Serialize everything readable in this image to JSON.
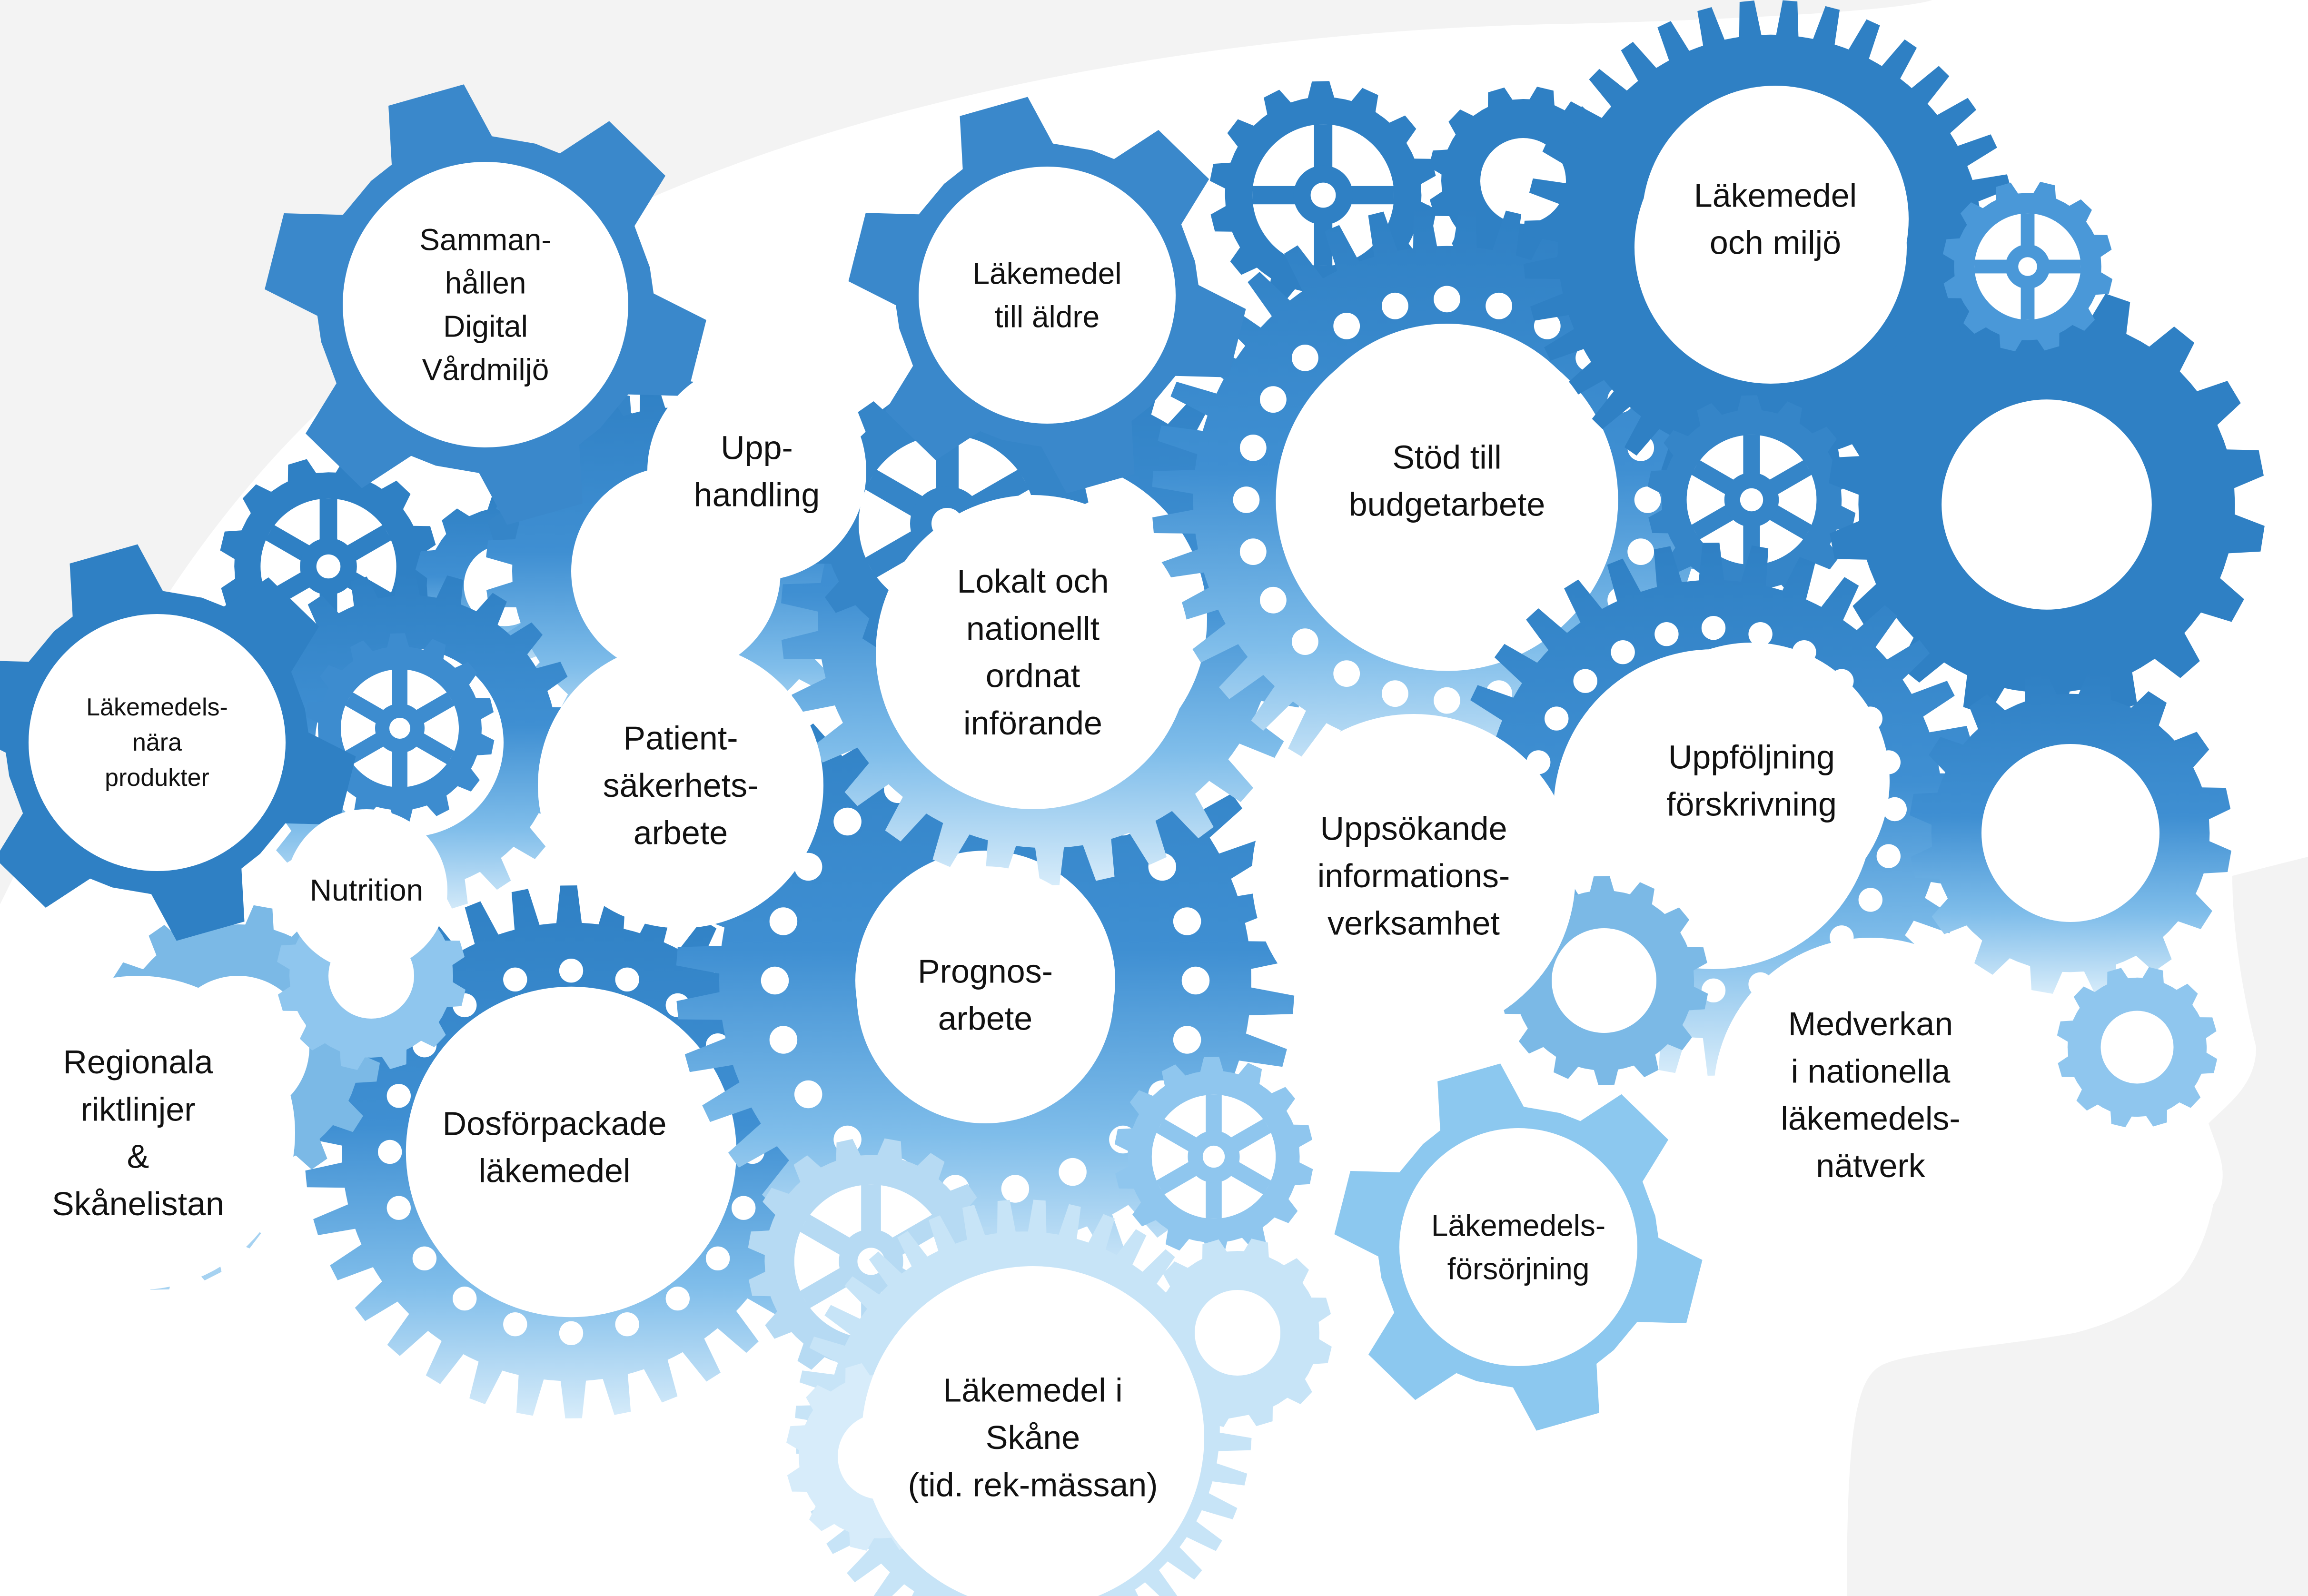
{
  "colors": {
    "background": "#f3f3f3",
    "head_fill": "#ffffff",
    "gear_dark": "#2f80c4",
    "gear_mid": "#4a98d8",
    "gear_light": "#8fc6ee",
    "gear_pale": "#c7e4f7",
    "label_fill": "#ffffff",
    "label_text": "#111111"
  },
  "topics": [
    {
      "id": "sammanhallen",
      "lines": [
        "Samman-",
        "hållen",
        "Digital",
        "Vårdmiljö"
      ]
    },
    {
      "id": "till-aldre",
      "lines": [
        "Läkemedel",
        "till äldre"
      ]
    },
    {
      "id": "upphandling",
      "lines": [
        "Upp-",
        "handling"
      ]
    },
    {
      "id": "lakemedelsnara",
      "lines": [
        "Läkemedels-",
        "nära",
        "produkter"
      ]
    },
    {
      "id": "patientsakerhet",
      "lines": [
        "Patient-",
        "säkerhets-",
        "arbete"
      ]
    },
    {
      "id": "lokalt-nationellt",
      "lines": [
        "Lokalt och",
        "nationellt",
        "ordnat",
        "införande"
      ]
    },
    {
      "id": "nutrition",
      "lines": [
        "Nutrition"
      ]
    },
    {
      "id": "stod-budget",
      "lines": [
        "Stöd till",
        "budgetarbete"
      ]
    },
    {
      "id": "lakemedel-miljo",
      "lines": [
        "Läkemedel",
        "och miljö"
      ]
    },
    {
      "id": "uppfoljning",
      "lines": [
        "Uppföljning",
        "förskrivning"
      ]
    },
    {
      "id": "uppsokande",
      "lines": [
        "Uppsökande",
        "informations-",
        "verksamhet"
      ]
    },
    {
      "id": "prognos",
      "lines": [
        "Prognos-",
        "arbete"
      ]
    },
    {
      "id": "regionala",
      "lines": [
        "Regionala",
        "riktlinjer",
        "&",
        "Skånelistan"
      ]
    },
    {
      "id": "dosforpackade",
      "lines": [
        "Dosförpackade",
        "läkemedel"
      ]
    },
    {
      "id": "medverkan",
      "lines": [
        "Medverkan",
        "i nationella",
        "läkemedels-",
        "nätverk"
      ]
    },
    {
      "id": "forsorjning",
      "lines": [
        "Läkemedels-",
        "försörjning"
      ]
    },
    {
      "id": "lakemedel-skane",
      "lines": [
        "Läkemedel i",
        "Skåne",
        "(tid. rek-mässan)"
      ]
    }
  ]
}
